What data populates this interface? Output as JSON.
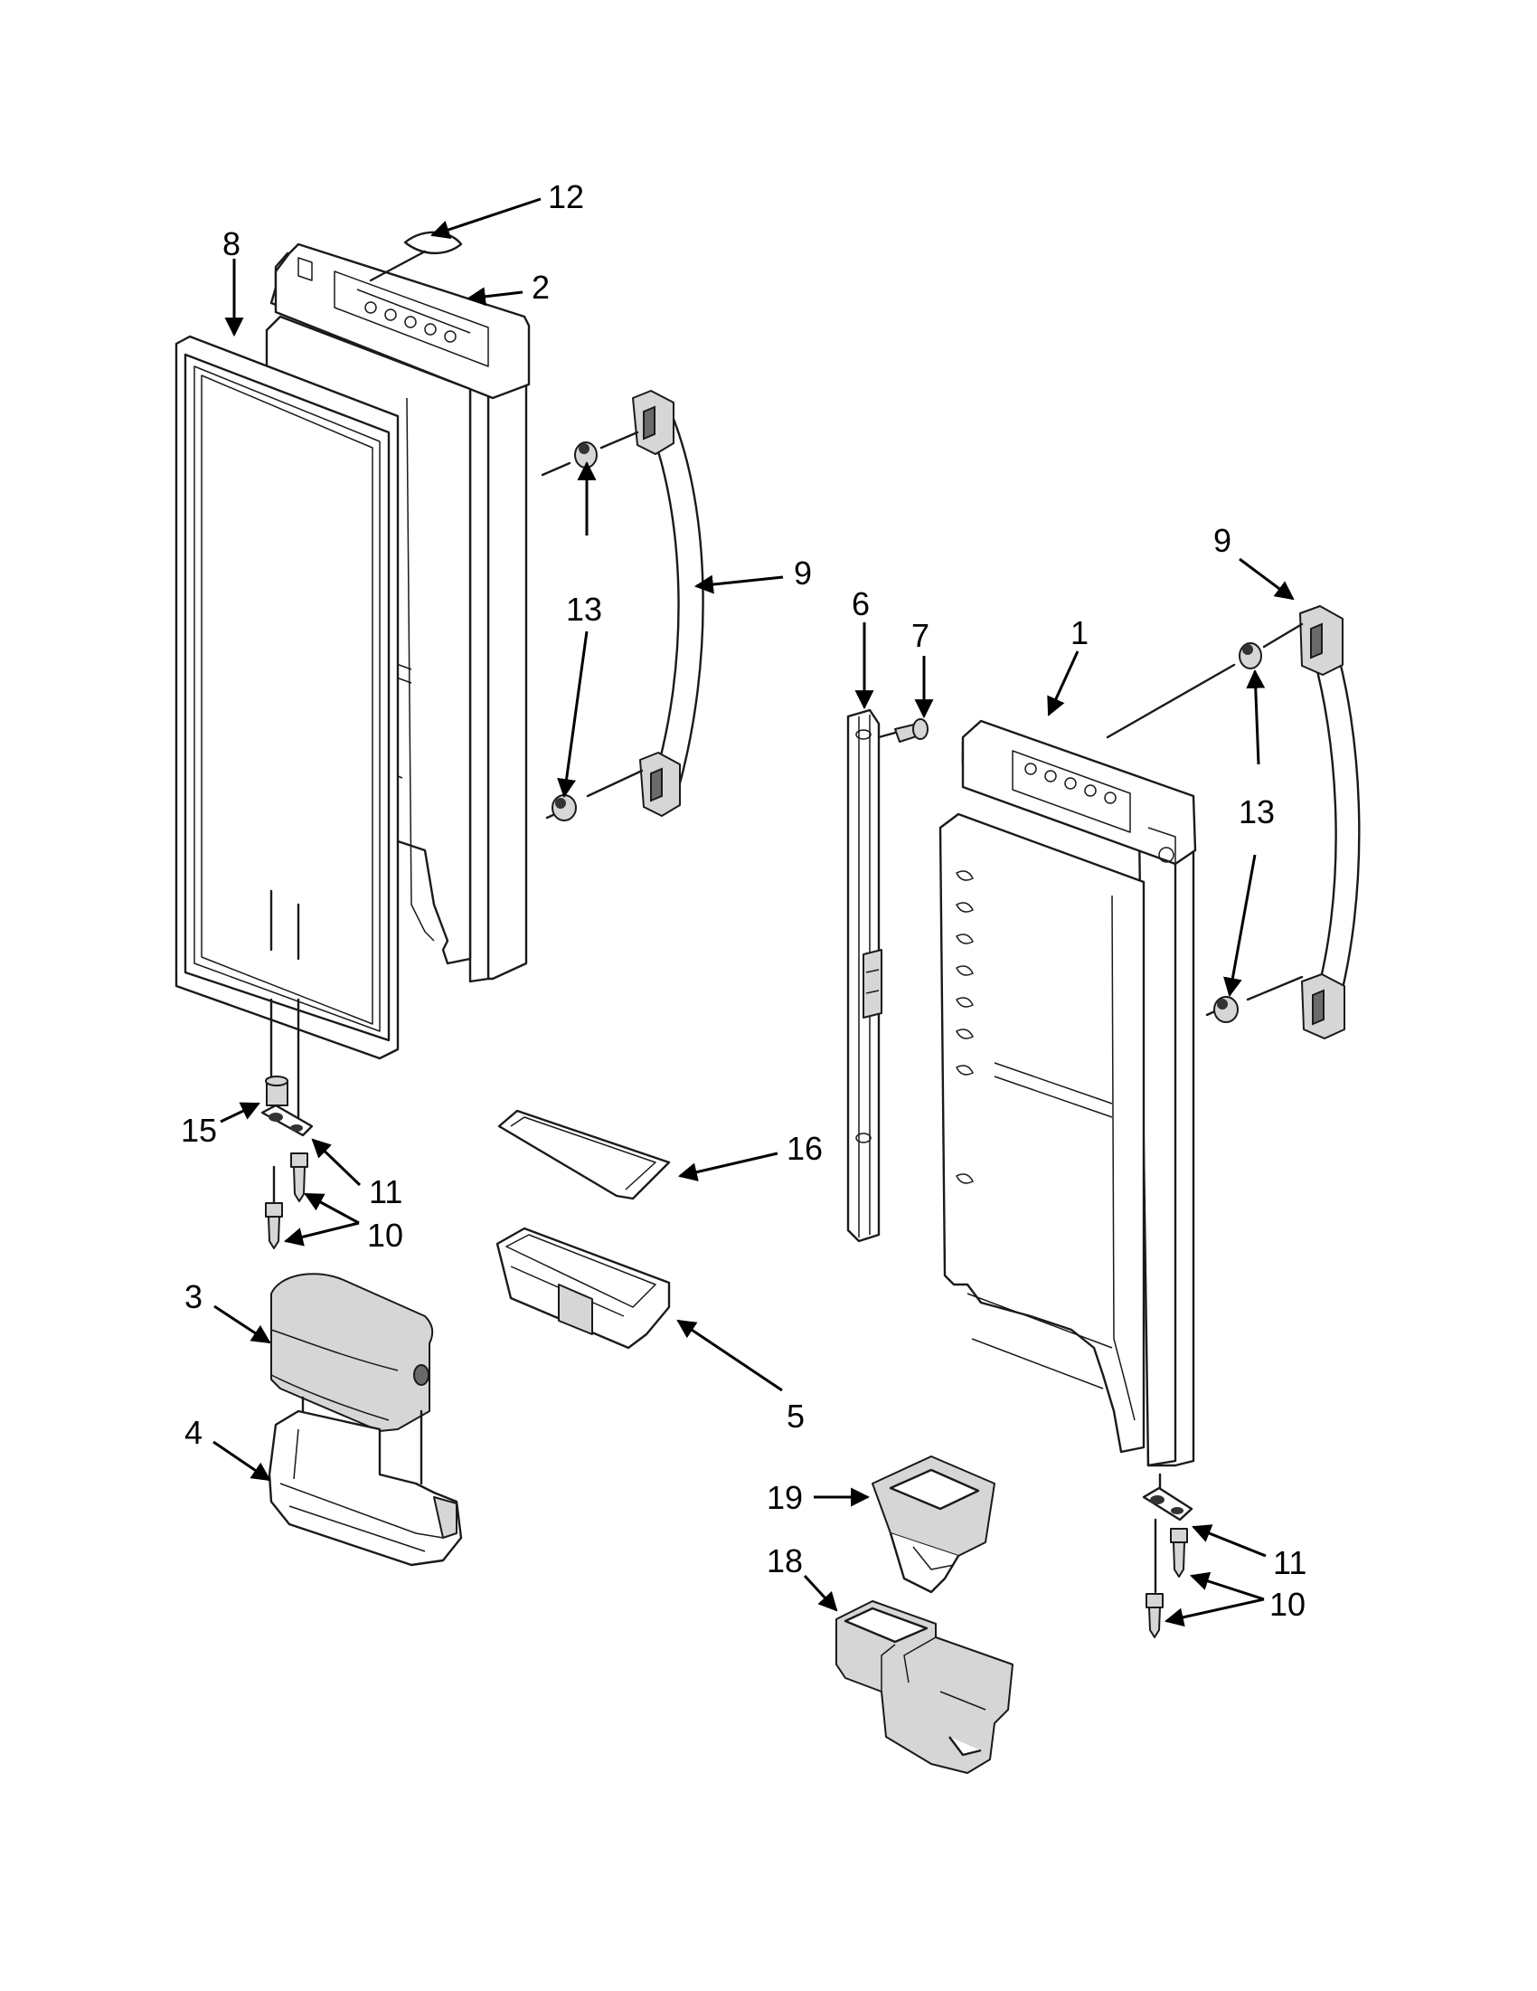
{
  "callouts": {
    "part_1": "1",
    "part_2": "2",
    "part_3": "3",
    "part_4": "4",
    "part_5": "5",
    "part_6": "6",
    "part_7": "7",
    "part_8": "8",
    "part_9_left": "9",
    "part_9_right": "9",
    "part_10_left": "10",
    "part_10_right": "10",
    "part_11_left": "11",
    "part_11_right": "11",
    "part_12": "12",
    "part_13_left": "13",
    "part_13_right": "13",
    "part_15": "15",
    "part_16": "16",
    "part_18": "18",
    "part_19": "19"
  }
}
